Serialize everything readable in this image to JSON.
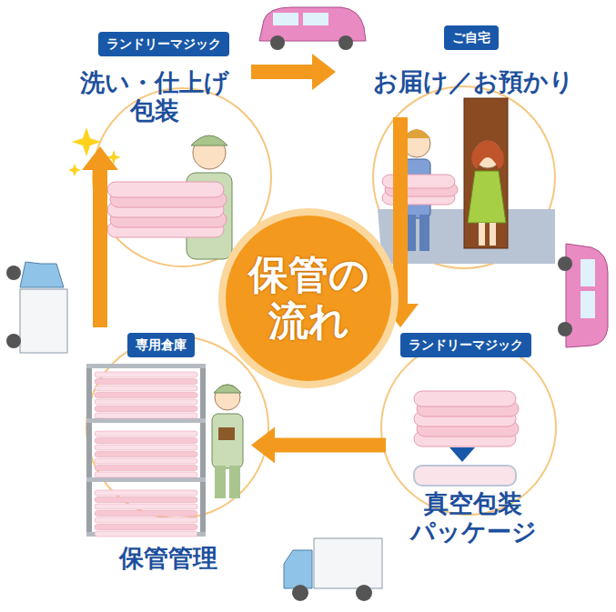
{
  "diagram": {
    "nodes": [
      {
        "text": [
          "ランドリーマジック",
          "洗い・仕上げ 包装"
        ]
      },
      {
        "text": [
          "ご自宅",
          "お届け／お預かり"
        ]
      },
      {
        "text": [
          "保管の 流れ"
        ]
      },
      {
        "text": [
          "専用倉庫",
          "保管管理"
        ]
      },
      {
        "text": [
          "ランドリーマジック",
          "真空包装 パッケージ"
        ]
      }
    ],
    "edges": [
      {
        "from": 0,
        "to": 1,
        "arrow": "to"
      },
      {
        "from": 1,
        "to": 4,
        "arrow": "to"
      },
      {
        "from": 4,
        "to": 3,
        "arrow": "to"
      },
      {
        "from": 3,
        "to": 0,
        "arrow": "to"
      }
    ]
  }
}
